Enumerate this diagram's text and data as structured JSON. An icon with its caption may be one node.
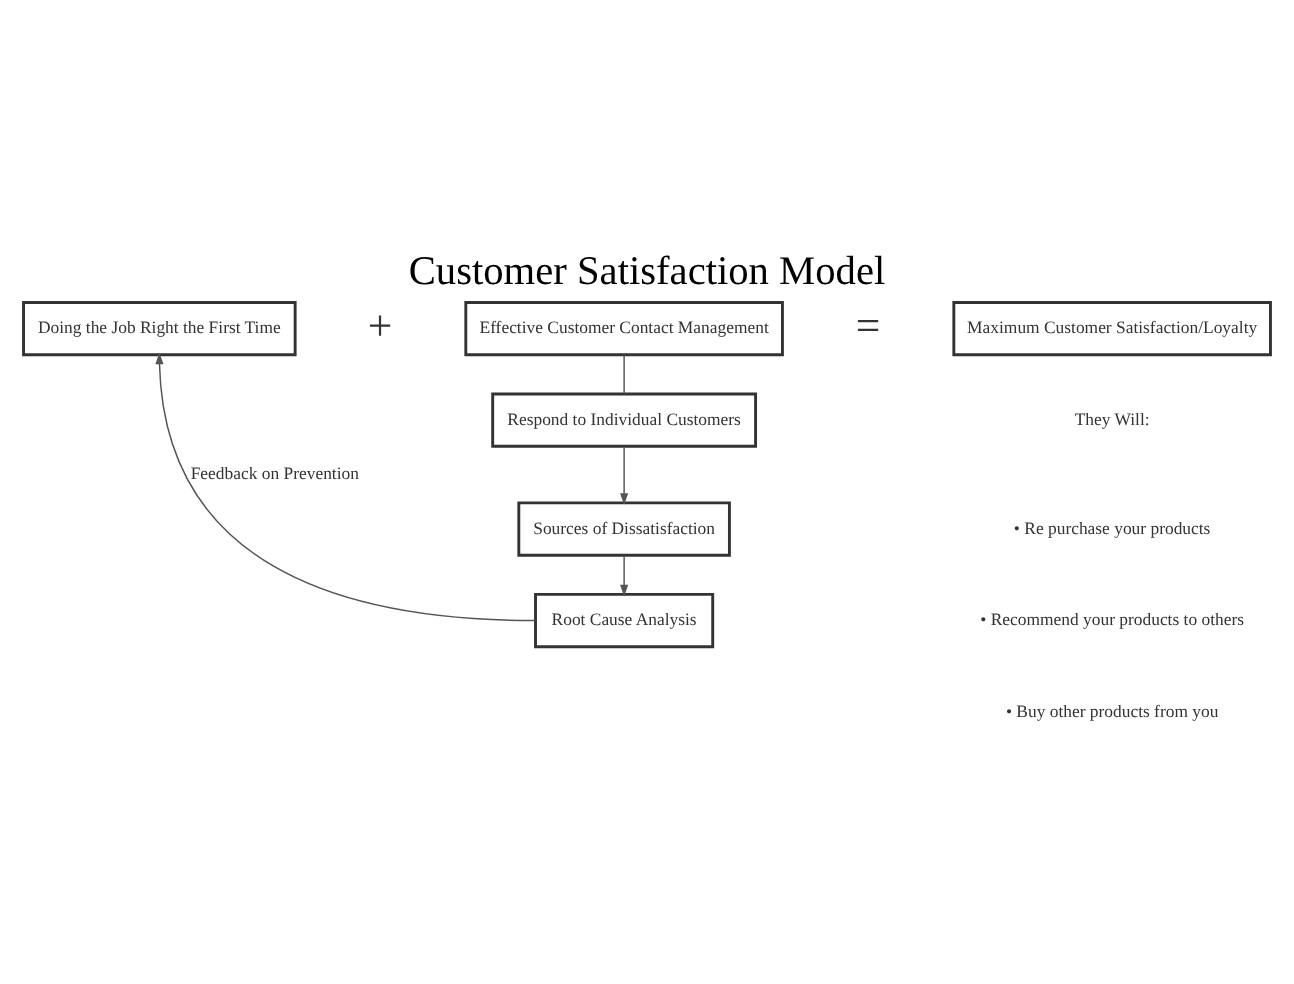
{
  "diagram": {
    "title": "Customer Satisfaction Model",
    "nodes": [
      {
        "text": [
          "Doing the Job Right the First Time"
        ]
      },
      {
        "text": [
          "Effective Customer Contact Management"
        ]
      },
      {
        "text": [
          "Maximum Customer Satisfaction/Loyalty"
        ]
      },
      {
        "text": [
          "Respond to Individual Customers"
        ]
      },
      {
        "text": [
          "Sources of Dissatisfaction"
        ]
      },
      {
        "text": [
          "Root Cause Analysis"
        ]
      }
    ],
    "edges": [
      {
        "from": 1,
        "to": 3,
        "arrow": "none"
      },
      {
        "from": 3,
        "to": 4,
        "arrow": "to"
      },
      {
        "from": 4,
        "to": 5,
        "arrow": "to"
      },
      {
        "from": 5,
        "to": 0,
        "arrow": "to",
        "label": "Feedback on Prevention"
      }
    ],
    "labels": [
      "+",
      "=",
      "They Will:",
      "• Re purchase your products",
      "• Recommend your products to others",
      "• Buy other products from you"
    ]
  }
}
